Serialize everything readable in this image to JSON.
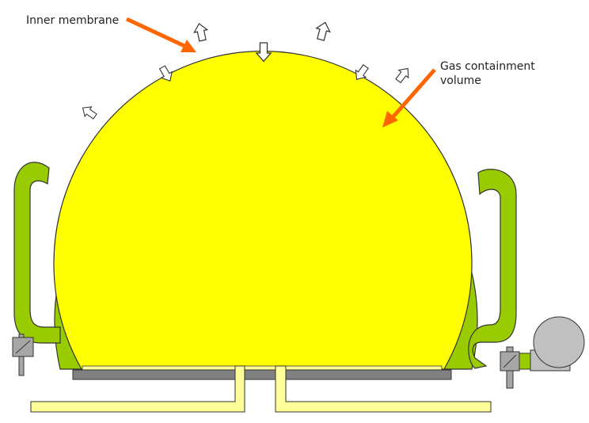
{
  "labels": {
    "inner_membrane": "Inner membrane",
    "gas_volume_line1": "Gas containment",
    "gas_volume_line2": "volume"
  },
  "colors": {
    "outer_membrane": "#99cc00",
    "gas_volume": "#ffff00",
    "pointer_arrow": "#ff6600",
    "base_plate": "#808080",
    "pipes": "#ffff99",
    "blower": "#c0c0c0",
    "valve": "#a6a6a6",
    "outline": "#333333"
  },
  "icons": {
    "flow_arrows": "white-outlined-arrow-icon",
    "valve": "valve-icon",
    "blower": "blower-icon",
    "pointer": "orange-pointer-arrow-icon"
  }
}
